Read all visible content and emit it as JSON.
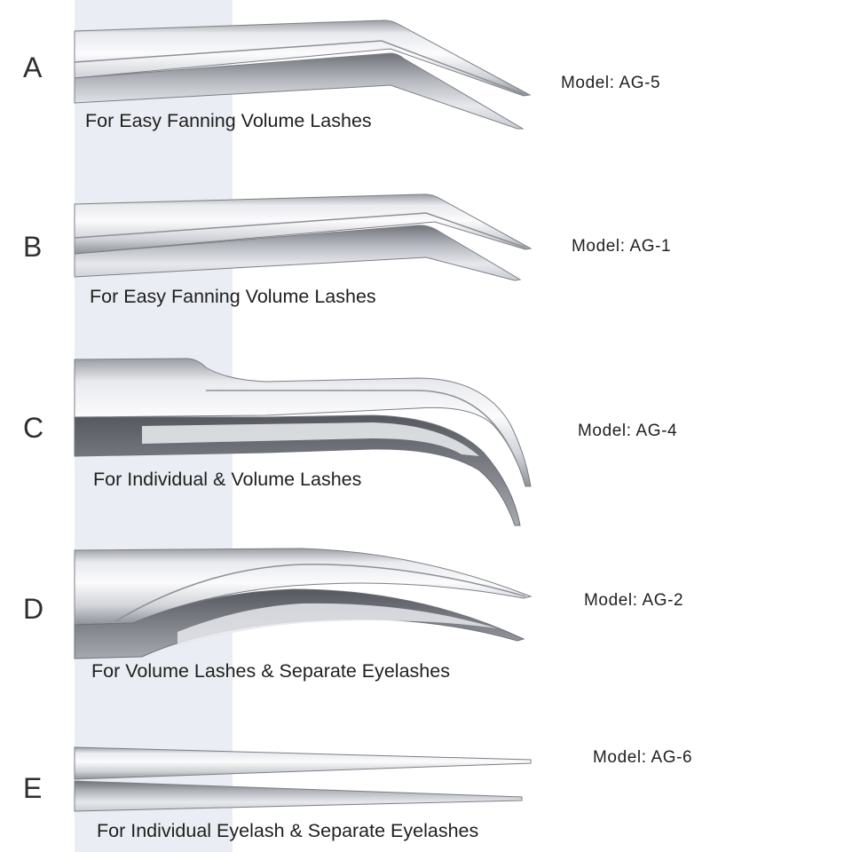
{
  "products": [
    {
      "letter": "A",
      "model": "Model:  AG-5",
      "use": "For Easy Fanning Volume Lashes",
      "tip_shape": "angled-tip-tweezers"
    },
    {
      "letter": "B",
      "model": "Model:  AG-1",
      "use": "For Easy Fanning Volume Lashes",
      "tip_shape": "angled-tip-tweezers"
    },
    {
      "letter": "C",
      "model": "Model:  AG-4",
      "use": "For Individual & Volume Lashes",
      "tip_shape": "curved-tip-tweezers"
    },
    {
      "letter": "D",
      "model": "Model:  AG-2",
      "use": "For Volume Lashes & Separate Eyelashes",
      "tip_shape": "slightly-curved-tweezers"
    },
    {
      "letter": "E",
      "model": "Model:  AG-6",
      "use": "For Individual Eyelash & Separate Eyelashes",
      "tip_shape": "straight-tip-tweezers"
    }
  ],
  "colors": {
    "backdrop_panel": "#eaedf3",
    "steel_light": "#f4f5f7",
    "steel_mid": "#c3c6cb",
    "steel_dark": "#6d7076",
    "text": "#1f1f1f"
  }
}
